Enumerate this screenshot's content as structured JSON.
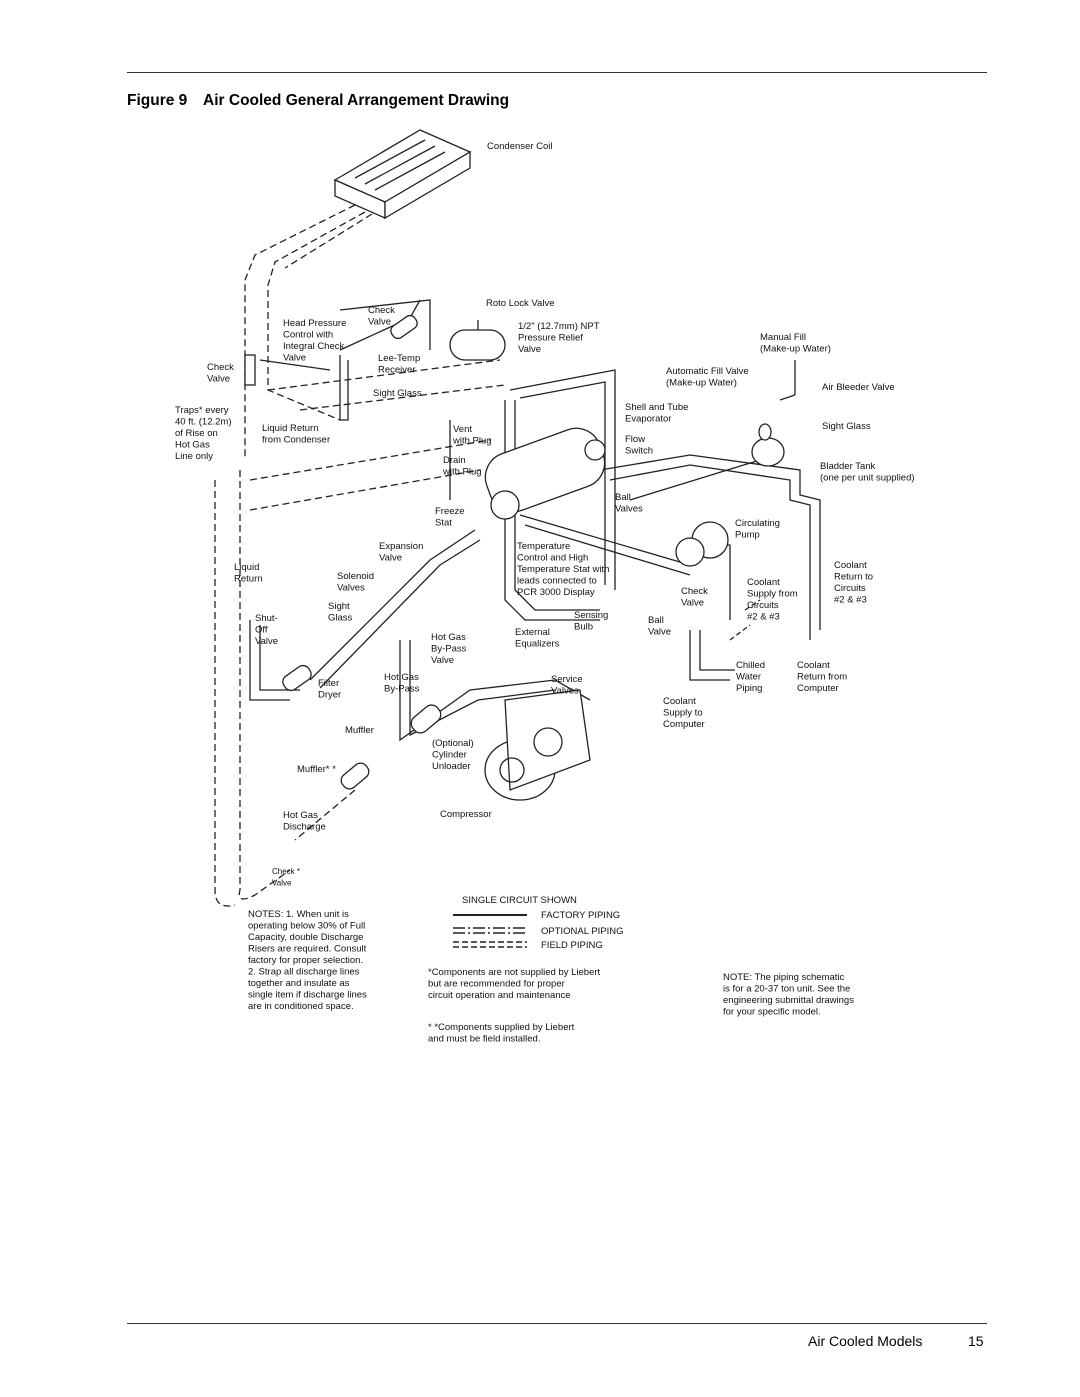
{
  "figure": {
    "number": "Figure 9",
    "title": "Air Cooled General Arrangement Drawing"
  },
  "labels": {
    "condenser_coil": "Condenser Coil",
    "check_valve_top": [
      "Check",
      "Valve"
    ],
    "roto_lock": "Roto Lock Valve",
    "npt": [
      "1/2\" (12.7mm) NPT",
      "Pressure Relief",
      "Valve"
    ],
    "head_pressure": [
      "Head Pressure",
      "Control with",
      "Integral Check",
      "Valve"
    ],
    "lee_temp": [
      "Lee-Temp",
      "Receiver"
    ],
    "check_valve_left": [
      "Check",
      "Valve"
    ],
    "sight_glass_top": "Sight Glass",
    "traps": [
      "Traps* every",
      "40 ft. (12.2m)",
      "of Rise on",
      "Hot Gas",
      "Line only"
    ],
    "liquid_return_condenser": [
      "Liquid Return",
      "from Condenser"
    ],
    "manual_fill": [
      "Manual Fill",
      "(Make-up Water)"
    ],
    "auto_fill": [
      "Automatic Fill Valve",
      "(Make-up Water)"
    ],
    "air_bleeder": "Air Bleeder Valve",
    "shell_tube": [
      "Shell and Tube",
      "Evaporator"
    ],
    "vent": [
      "Vent",
      "with Plug"
    ],
    "flow_switch": [
      "Flow",
      "Switch"
    ],
    "sight_glass_right": "Sight Glass",
    "drain": [
      "Drain",
      "with Plug"
    ],
    "bladder_tank": [
      "Bladder Tank",
      "(one per unit supplied)"
    ],
    "ball_valves": [
      "Ball",
      "Valves"
    ],
    "freeze_stat": [
      "Freeze",
      "Stat"
    ],
    "circulating_pump": [
      "Circulating",
      "Pump"
    ],
    "expansion_valve": [
      "Expansion",
      "Valve"
    ],
    "temperature_control": [
      "Temperature",
      "Control and High",
      "Temperature Stat with",
      "leads connected to",
      "PCR 3000 Display"
    ],
    "liquid_return": [
      "Liquid",
      "Return"
    ],
    "solenoid_valves": [
      "Solenoid",
      "Valves"
    ],
    "coolant_return_circuits": [
      "Coolant",
      "Return to",
      "Circuits",
      "#2 & #3"
    ],
    "coolant_supply_circuits": [
      "Coolant",
      "Supply from",
      "Circuits",
      "#2 & #3"
    ],
    "check_valve_mid": [
      "Check",
      "Valve"
    ],
    "sight_glass_mid": [
      "Sight",
      "Glass"
    ],
    "sensing_bulb": [
      "Sensing",
      "Bulb"
    ],
    "shut_off": [
      "Shut-",
      "Off",
      "Valve"
    ],
    "hot_gas_bypass_valve": [
      "Hot Gas",
      "By-Pass",
      "Valve"
    ],
    "external_equalizers": [
      "External",
      "Equalizers"
    ],
    "ball_valve": [
      "Ball",
      "Valve"
    ],
    "filter_dryer": [
      "Filter",
      "Dryer"
    ],
    "hot_gas_bypass": [
      "Hot Gas",
      "By-Pass"
    ],
    "service_valves": [
      "Service",
      "Valves"
    ],
    "chilled_water": [
      "Chilled",
      "Water",
      "Piping"
    ],
    "coolant_return_computer": [
      "Coolant",
      "Return from",
      "Computer"
    ],
    "coolant_supply_computer": [
      "Coolant",
      "Supply to",
      "Computer"
    ],
    "muffler": "Muffler",
    "optional_unloader": [
      "(Optional)",
      "Cylinder",
      "Unloader"
    ],
    "muffler_star": "Muffler* *",
    "hot_gas_discharge": [
      "Hot Gas",
      "Discharge"
    ],
    "compressor": "Compressor",
    "check_valve_bottom": [
      "Check *",
      "Valve"
    ]
  },
  "legend": {
    "title": "SINGLE CIRCUIT SHOWN",
    "items": [
      "FACTORY PIPING",
      "OPTIONAL PIPING",
      "FIELD PIPING"
    ]
  },
  "notes": {
    "left": [
      "NOTES: 1. When unit is",
      "operating below 30% of Full",
      "Capacity, double Discharge",
      "Risers are required. Consult",
      "factory for proper selection.",
      "2. Strap all discharge lines",
      "together and insulate as",
      "single item if discharge lines",
      "are in conditioned space."
    ],
    "star1": [
      "*Components are not supplied by Liebert",
      "but are recommended for proper",
      "circuit operation and maintenance"
    ],
    "star2": [
      "* *Components supplied by Liebert",
      "and must be field installed."
    ],
    "right": [
      "NOTE:  The piping schematic",
      "is for a 20-37 ton unit.  See the",
      "engineering submittal drawings",
      "for your specific model."
    ]
  },
  "footer": {
    "section": "Air Cooled Models",
    "page": "15"
  }
}
